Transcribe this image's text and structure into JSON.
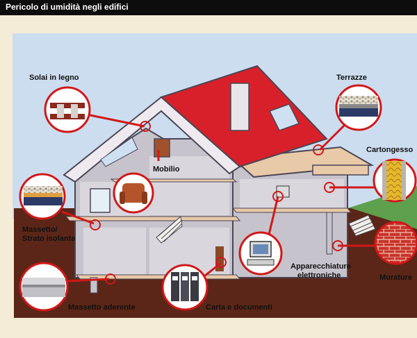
{
  "title": "Pericolo di umidità negli edifici",
  "labels": {
    "solai": "Solai in legno",
    "terrazze": "Terrazze",
    "cartongesso": "Cartongesso",
    "mobilio": "Mobilio",
    "massetto_line1": "Massetto/",
    "massetto_line2": "Strato isolante",
    "apparecchiature_line1": "Apparecchiature",
    "apparecchiature_line2": "elettroniche",
    "murature": "Murature",
    "massetto_aderente": "Massetto aderente",
    "carta": "Carta e documenti"
  },
  "colors": {
    "sky": "#cdddf0",
    "wall": "#c6c3cc",
    "floor": "#e8c9a8",
    "roof": "#d8202a",
    "ground": "#5b2618",
    "grass": "#5fa04e",
    "callout_line": "#d01818",
    "title_bg": "#0d0d0d"
  }
}
